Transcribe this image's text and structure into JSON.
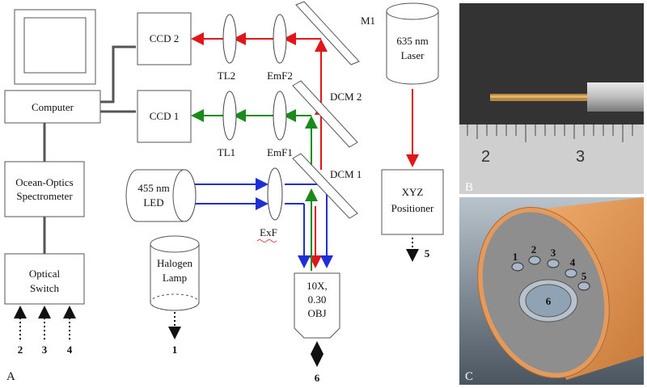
{
  "panels": {
    "a": "A",
    "b": "B",
    "c": "C"
  },
  "components": {
    "computer": "Computer",
    "spectrometer_l1": "Ocean-Optics",
    "spectrometer_l2": "Spectrometer",
    "optical_switch_l1": "Optical",
    "optical_switch_l2": "Switch",
    "ccd2": "CCD 2",
    "ccd1": "CCD 1",
    "tl2": "TL2",
    "tl1": "TL1",
    "emf2": "EmF2",
    "emf1": "EmF1",
    "exf": "ExF",
    "m1": "M1",
    "dcm2": "DCM 2",
    "dcm1": "DCM 1",
    "led_l1": "455 nm",
    "led_l2": "LED",
    "halogen_l1": "Halogen",
    "halogen_l2": "Lamp",
    "laser_l1": "635 nm",
    "laser_l2": "Laser",
    "xyz_l1": "XYZ",
    "xyz_l2": "Positioner",
    "obj_l1": "10X,",
    "obj_l2": "0.30",
    "obj_l3": "OBJ"
  },
  "ports": {
    "p1": "1",
    "p2": "2",
    "p3": "3",
    "p4": "4",
    "p5": "5",
    "p6": "6"
  },
  "ruler": {
    "tick_2": "2",
    "tick_3": "3"
  },
  "fiber_labels": [
    "1",
    "2",
    "3",
    "4",
    "5",
    "6"
  ],
  "colors": {
    "red_beam": "#e0161b",
    "green_beam": "#1a8a1a",
    "blue_beam": "#1f2fd6",
    "probe_body": "#e39a5c",
    "probe_face": "#8e8e8e",
    "photo_bg": "#2e2e2e"
  }
}
